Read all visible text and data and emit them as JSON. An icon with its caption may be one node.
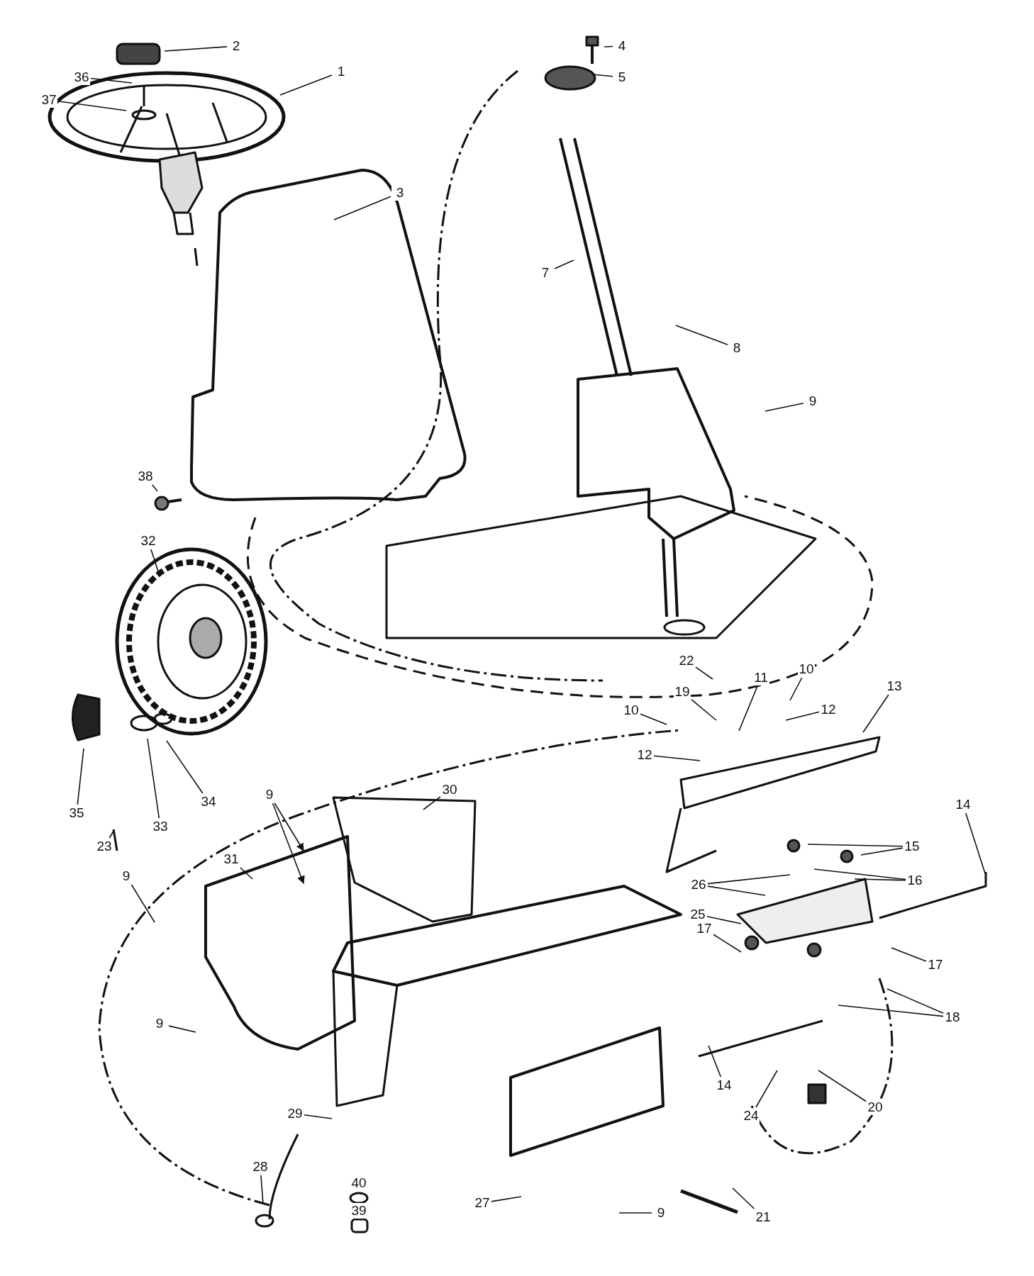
{
  "diagram": {
    "nodes": [
      {
        "text": [
          "2"
        ]
      },
      {
        "text": [
          "1"
        ]
      },
      {
        "text": [
          "36"
        ]
      },
      {
        "text": [
          "37"
        ]
      },
      {
        "text": [
          "4"
        ]
      },
      {
        "text": [
          "5"
        ]
      },
      {
        "text": [
          "3"
        ]
      },
      {
        "text": [
          "7"
        ]
      },
      {
        "text": [
          "8"
        ]
      },
      {
        "text": [
          "9"
        ]
      },
      {
        "text": [
          "38"
        ]
      },
      {
        "text": [
          "32"
        ]
      },
      {
        "text": [
          "22"
        ]
      },
      {
        "text": [
          "10"
        ]
      },
      {
        "text": [
          "11"
        ]
      },
      {
        "text": [
          "19"
        ]
      },
      {
        "text": [
          "13"
        ]
      },
      {
        "text": [
          "12"
        ]
      },
      {
        "text": [
          "10"
        ]
      },
      {
        "text": [
          "12"
        ]
      },
      {
        "text": [
          "30"
        ]
      },
      {
        "text": [
          "34"
        ]
      },
      {
        "text": [
          "35"
        ]
      },
      {
        "text": [
          "33"
        ]
      },
      {
        "text": [
          "23"
        ]
      },
      {
        "text": [
          "31"
        ]
      },
      {
        "text": [
          "9"
        ]
      },
      {
        "text": [
          "15"
        ]
      },
      {
        "text": [
          "14"
        ]
      },
      {
        "text": [
          "26"
        ]
      },
      {
        "text": [
          "16"
        ]
      },
      {
        "text": [
          "9"
        ]
      },
      {
        "text": [
          "25"
        ]
      },
      {
        "text": [
          "17"
        ]
      },
      {
        "text": [
          "17"
        ]
      },
      {
        "text": [
          "18"
        ]
      },
      {
        "text": [
          "9"
        ]
      },
      {
        "text": [
          "14"
        ]
      },
      {
        "text": [
          "20"
        ]
      },
      {
        "text": [
          "24"
        ]
      },
      {
        "text": [
          "29"
        ]
      },
      {
        "text": [
          "21"
        ]
      },
      {
        "text": [
          "28"
        ]
      },
      {
        "text": [
          "40"
        ]
      },
      {
        "text": [
          "39"
        ]
      },
      {
        "text": [
          "27"
        ]
      },
      {
        "text": [
          "9"
        ]
      }
    ],
    "edges": [
      {
        "from": 0,
        "to": null,
        "arrow": "none"
      },
      {
        "from": 1,
        "to": null,
        "arrow": "none"
      },
      {
        "from": 2,
        "to": null,
        "arrow": "none"
      },
      {
        "from": 3,
        "to": null,
        "arrow": "none"
      },
      {
        "from": 4,
        "to": null,
        "arrow": "none"
      },
      {
        "from": 5,
        "to": null,
        "arrow": "none"
      },
      {
        "from": 6,
        "to": null,
        "arrow": "none"
      },
      {
        "from": 7,
        "to": null,
        "arrow": "none"
      },
      {
        "from": 8,
        "to": null,
        "arrow": "none"
      },
      {
        "from": 9,
        "to": null,
        "arrow": "none"
      },
      {
        "from": 10,
        "to": null,
        "arrow": "none"
      },
      {
        "from": 11,
        "to": null,
        "arrow": "none"
      },
      {
        "from": 12,
        "to": null,
        "arrow": "none"
      },
      {
        "from": 13,
        "to": null,
        "arrow": "none"
      },
      {
        "from": 14,
        "to": null,
        "arrow": "none"
      },
      {
        "from": 15,
        "to": null,
        "arrow": "none"
      },
      {
        "from": 16,
        "to": null,
        "arrow": "none"
      },
      {
        "from": 17,
        "to": null,
        "arrow": "none"
      },
      {
        "from": 18,
        "to": null,
        "arrow": "none"
      },
      {
        "from": 19,
        "to": null,
        "arrow": "none"
      },
      {
        "from": 20,
        "to": null,
        "arrow": "none"
      },
      {
        "from": 21,
        "to": null,
        "arrow": "none"
      },
      {
        "from": 22,
        "to": null,
        "arrow": "none"
      },
      {
        "from": 23,
        "to": null,
        "arrow": "none"
      },
      {
        "from": 24,
        "to": null,
        "arrow": "none"
      },
      {
        "from": 25,
        "to": null,
        "arrow": "none"
      },
      {
        "from": 26,
        "to": null,
        "arrow": "to"
      },
      {
        "from": 26,
        "to": null,
        "arrow": "to"
      },
      {
        "from": 27,
        "to": null,
        "arrow": "none"
      },
      {
        "from": 27,
        "to": null,
        "arrow": "none"
      },
      {
        "from": 28,
        "to": null,
        "arrow": "none"
      },
      {
        "from": 29,
        "to": null,
        "arrow": "none"
      },
      {
        "from": 29,
        "to": null,
        "arrow": "none"
      },
      {
        "from": 30,
        "to": null,
        "arrow": "none"
      },
      {
        "from": 30,
        "to": null,
        "arrow": "none"
      },
      {
        "from": 31,
        "to": null,
        "arrow": "none"
      },
      {
        "from": 32,
        "to": null,
        "arrow": "none"
      },
      {
        "from": 33,
        "to": null,
        "arrow": "none"
      },
      {
        "from": 34,
        "to": null,
        "arrow": "none"
      },
      {
        "from": 35,
        "to": null,
        "arrow": "none"
      },
      {
        "from": 35,
        "to": null,
        "arrow": "none"
      },
      {
        "from": 36,
        "to": null,
        "arrow": "none"
      },
      {
        "from": 37,
        "to": null,
        "arrow": "none"
      },
      {
        "from": 38,
        "to": null,
        "arrow": "none"
      },
      {
        "from": 39,
        "to": null,
        "arrow": "none"
      },
      {
        "from": 40,
        "to": null,
        "arrow": "none"
      },
      {
        "from": 41,
        "to": null,
        "arrow": "none"
      },
      {
        "from": 42,
        "to": null,
        "arrow": "none"
      },
      {
        "from": 45,
        "to": null,
        "arrow": "none"
      },
      {
        "from": 46,
        "to": null,
        "arrow": "none"
      }
    ]
  }
}
